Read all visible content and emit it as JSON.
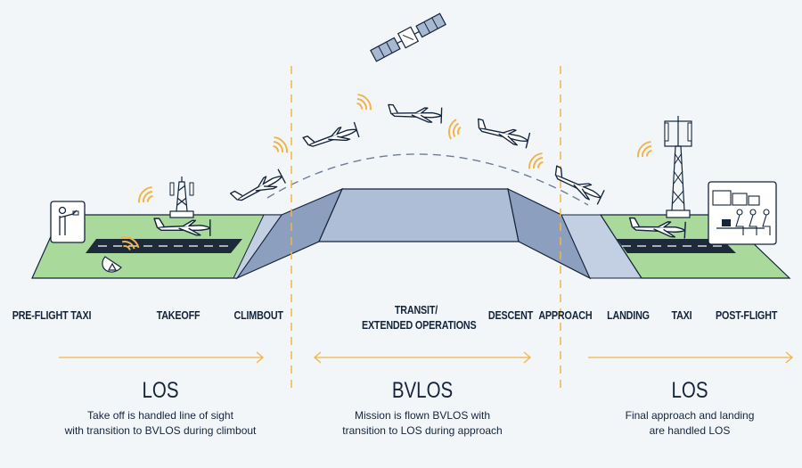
{
  "phases": {
    "preflight_taxi": "PRE-FLIGHT TAXI",
    "takeoff": "TAKEOFF",
    "climbout": "CLIMBOUT",
    "transit_line1": "TRANSIT/",
    "transit_line2": "EXTENDED OPERATIONS",
    "descent": "DESCENT",
    "approach": "APPROACH",
    "landing": "LANDING",
    "taxi": "TAXI",
    "post_flight": "POST-FLIGHT"
  },
  "zones": {
    "los_left": {
      "title": "LOS",
      "line1": "Take off is handled line of sight",
      "line2": "with transition to BVLOS during climbout"
    },
    "bvlos": {
      "title": "BVLOS",
      "line1": "Mission is flown BVLOS with",
      "line2": "transition to LOS during approach"
    },
    "los_right": {
      "title": "LOS",
      "line1": "Final approach and landing",
      "line2": "are handled LOS"
    }
  },
  "colors": {
    "background": "#f3f6f9",
    "ground_green": "#a9d99b",
    "runway": "#1c2a3a",
    "ramp_blue": "#8d9fbf",
    "plateau_blue": "#aebed6",
    "divider_orange": "#f0b54a",
    "ink": "#14243a"
  },
  "icons": [
    "pilot-icon",
    "radio-tower-icon",
    "satellite-dish-icon",
    "aircraft-icon",
    "satellite-icon",
    "cell-tower-icon",
    "control-station-icon",
    "signal-waves-icon"
  ]
}
